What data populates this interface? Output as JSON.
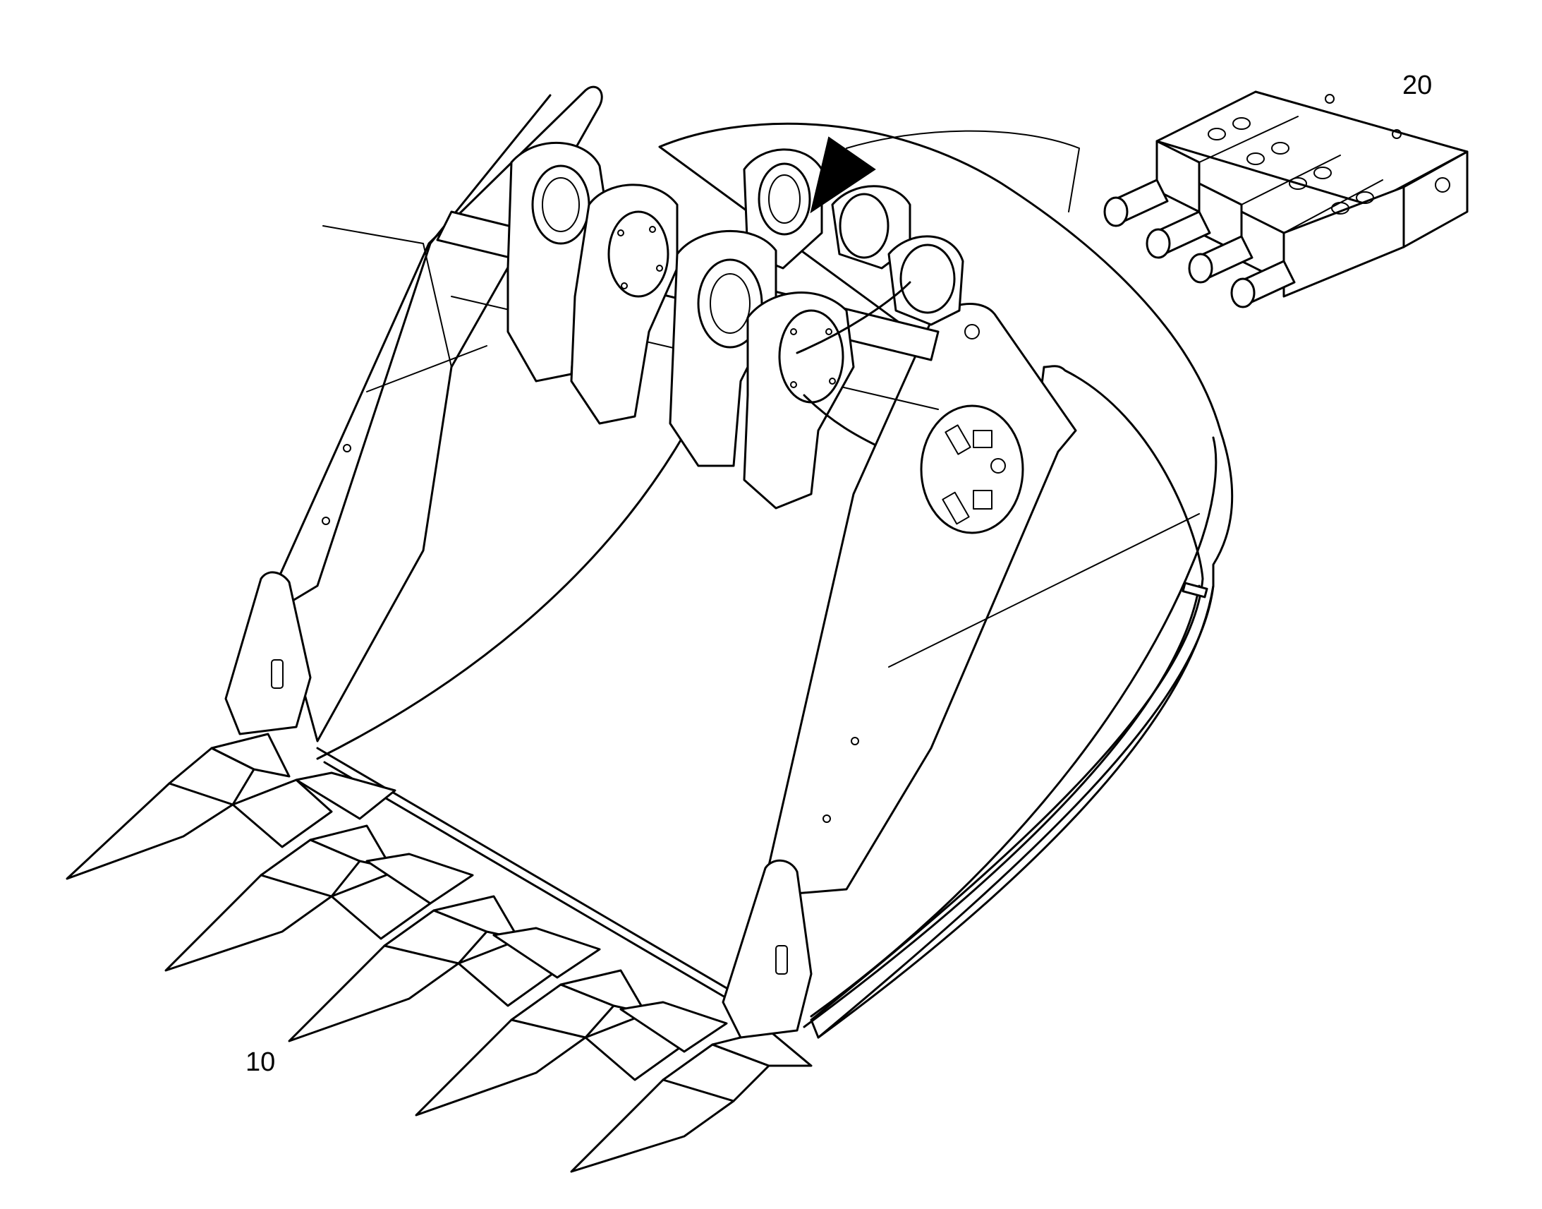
{
  "diagram": {
    "background_color": "#ffffff",
    "line_color": "#000000",
    "callouts": [
      {
        "id": "10",
        "label": "10",
        "part": "bucket-teeth"
      },
      {
        "id": "20",
        "label": "20",
        "part": "hydraulic-quick-coupler-block"
      }
    ],
    "icons": [
      "arrow-pointer-icon",
      "safety-decal-icon"
    ]
  }
}
